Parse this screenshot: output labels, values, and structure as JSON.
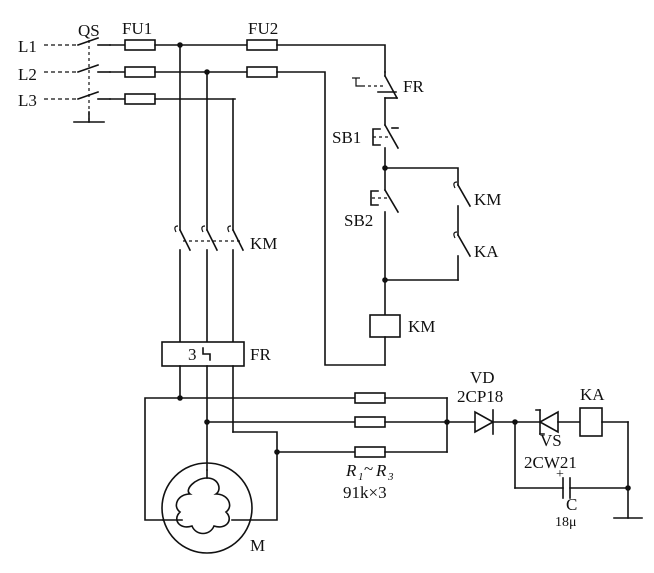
{
  "labels": {
    "l1": "L1",
    "l2": "L2",
    "l3": "L3",
    "qs": "QS",
    "fu1": "FU1",
    "fu2": "FU2",
    "fr_nc": "FR",
    "sb1": "SB1",
    "sb2": "SB2",
    "km_hold": "KM",
    "ka_contact": "KA",
    "km_coil": "KM",
    "km_main": "KM",
    "fr_relay": "FR",
    "fr_relay_num": "3",
    "fr_relay_sym": "ƻ",
    "vd": "VD",
    "vd_model": "2CP18",
    "ka_coil": "KA",
    "vs": "VS",
    "vs_model": "2CW21",
    "c": "C",
    "c_value": "18μ",
    "r_range_r": "R",
    "r_sub1": "1",
    "r_tilde": "~",
    "r_sub3": "3",
    "r_value": "91k×3",
    "motor": "M"
  }
}
